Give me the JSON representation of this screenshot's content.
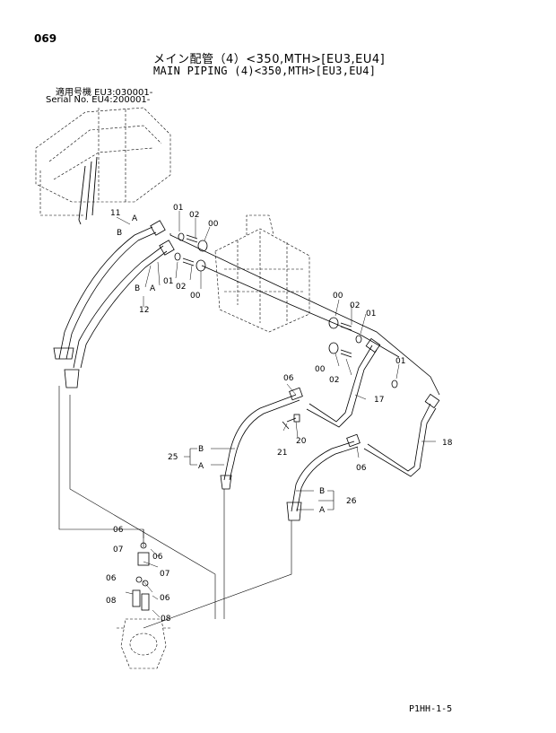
{
  "header": {
    "page_number": "069",
    "title_jp": "メイン配管（4）<350,MTH>[EU3,EU4]",
    "title_en": "MAIN PIPING (4)<350,MTH>[EU3,EU4]",
    "serial_line_1": "適用号機  EU3:030001-",
    "serial_line_2": "Serial No. EU4:200001-"
  },
  "footer": {
    "code": "P1HH-1-5"
  },
  "callouts": {
    "p11": "11",
    "pA1": "A",
    "pB1": "B",
    "p01a": "01",
    "p02a": "02",
    "p00a": "00",
    "p01b": "01",
    "p02b": "02",
    "p00b": "00",
    "pB2": "B",
    "pA2": "A",
    "p12": "12",
    "p00c": "00",
    "p02c": "02",
    "p01c": "01",
    "p00d": "00",
    "p02d": "02",
    "p01d": "01",
    "p06a": "06",
    "p17": "17",
    "p20": "20",
    "p21": "21",
    "p18": "18",
    "p06b": "06",
    "p25": "25",
    "pB25": "B",
    "pA25": "A",
    "p26": "26",
    "pB26": "B",
    "pA26": "A",
    "p06c": "06",
    "p07a": "07",
    "p06d": "06",
    "p07b": "07",
    "p06e": "06",
    "p08a": "08",
    "p06f": "06",
    "p08b": "08"
  }
}
